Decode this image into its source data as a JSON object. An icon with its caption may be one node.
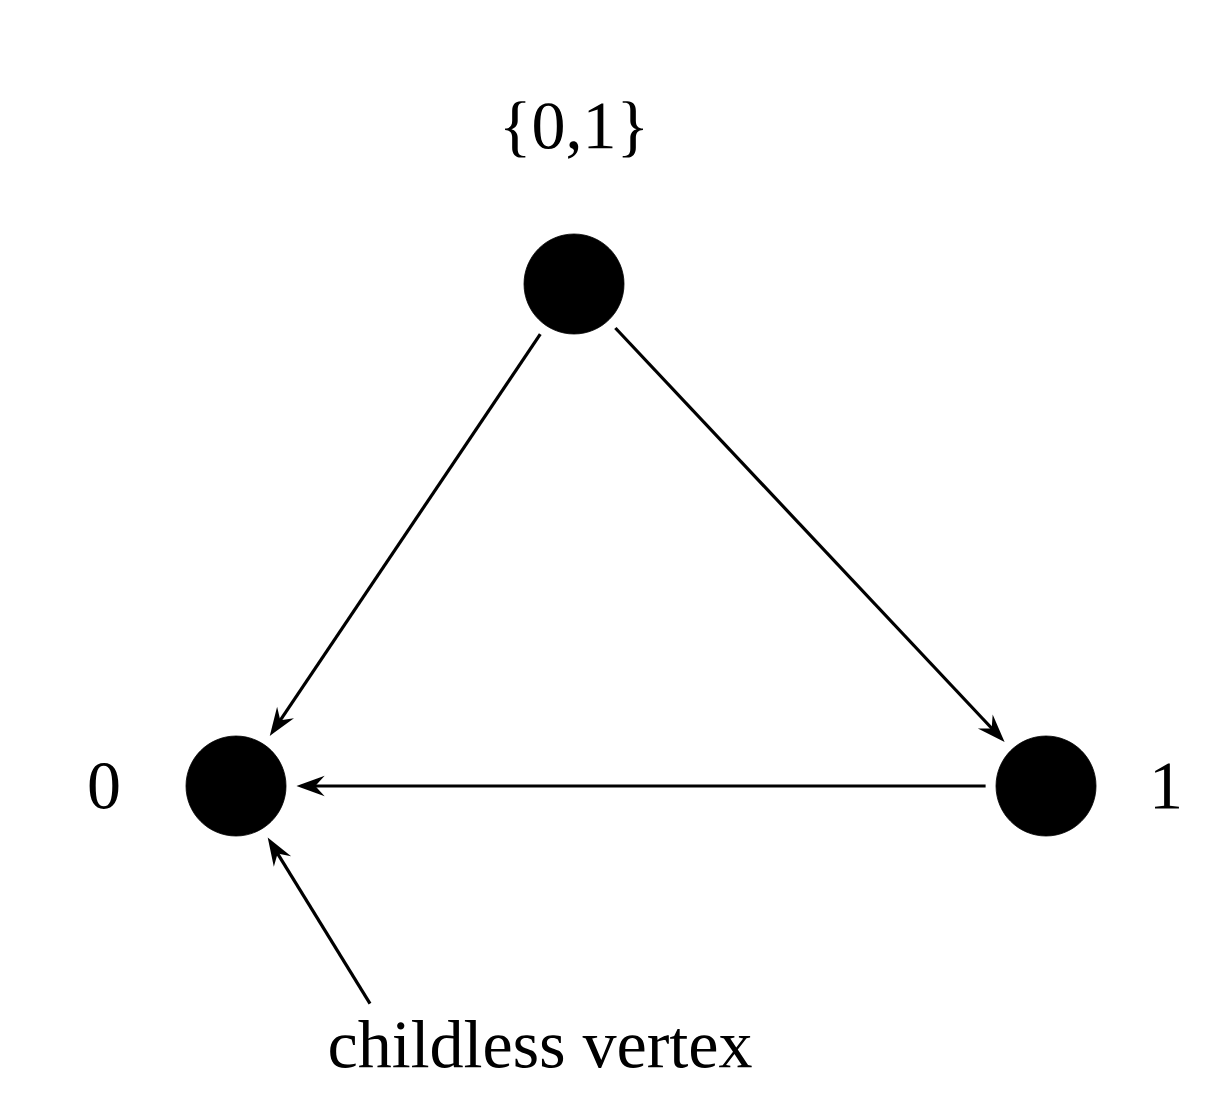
{
  "diagram": {
    "nodes": [
      {
        "text": [],
        "shape": "circle",
        "beside": [
          "{0,1}"
        ]
      },
      {
        "text": [],
        "shape": "circle",
        "beside": [
          "0"
        ]
      },
      {
        "text": [],
        "shape": "circle",
        "beside": [
          "1"
        ]
      },
      {
        "text": [
          "childless vertex"
        ]
      }
    ],
    "edges": [
      {
        "from": 0,
        "to": 1,
        "arrow": "to"
      },
      {
        "from": 0,
        "to": 2,
        "arrow": "to"
      },
      {
        "from": 2,
        "to": 1,
        "arrow": "to"
      },
      {
        "from": 3,
        "to": 1,
        "arrow": "to"
      }
    ]
  }
}
